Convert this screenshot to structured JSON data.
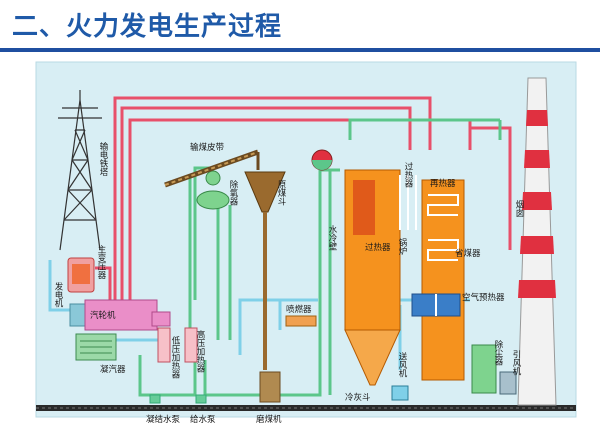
{
  "title": "二、火力发电生产过程",
  "labels": {
    "tower": "输电铁塔",
    "main_transformer": "主变压器",
    "generator": "发电机",
    "turbine": "汽轮机",
    "condenser": "凝汽器",
    "coal_conveyor": "输煤皮带",
    "deaerator": "除氧器",
    "coal_hopper": "原煤斗",
    "lp_heater": "低压加热器",
    "hp_heater": "高压加热器",
    "condensate_pump": "凝结水泵",
    "feed_pump": "给水泵",
    "coal_mill": "磨煤机",
    "burner": "喷燃器",
    "water_wall": "水冷壁",
    "superheater": "过热器",
    "boiler": "锅炉",
    "reheater": "再热器",
    "transition_superheater": "过热器",
    "economizer": "省煤器",
    "air_preheater": "空气预热器",
    "ash_hopper": "冷灰斗",
    "fd_fan": "送风机",
    "dust_collector": "除尘器",
    "id_fan": "引风机",
    "chimney": "烟囱"
  },
  "colors": {
    "steam_line": "#e8506a",
    "water_line": "#5cc68a",
    "air_line": "#7fd0e8",
    "boiler": "#f5921e",
    "coal": "#8a5a20",
    "background_panel": "#d8eef4"
  }
}
